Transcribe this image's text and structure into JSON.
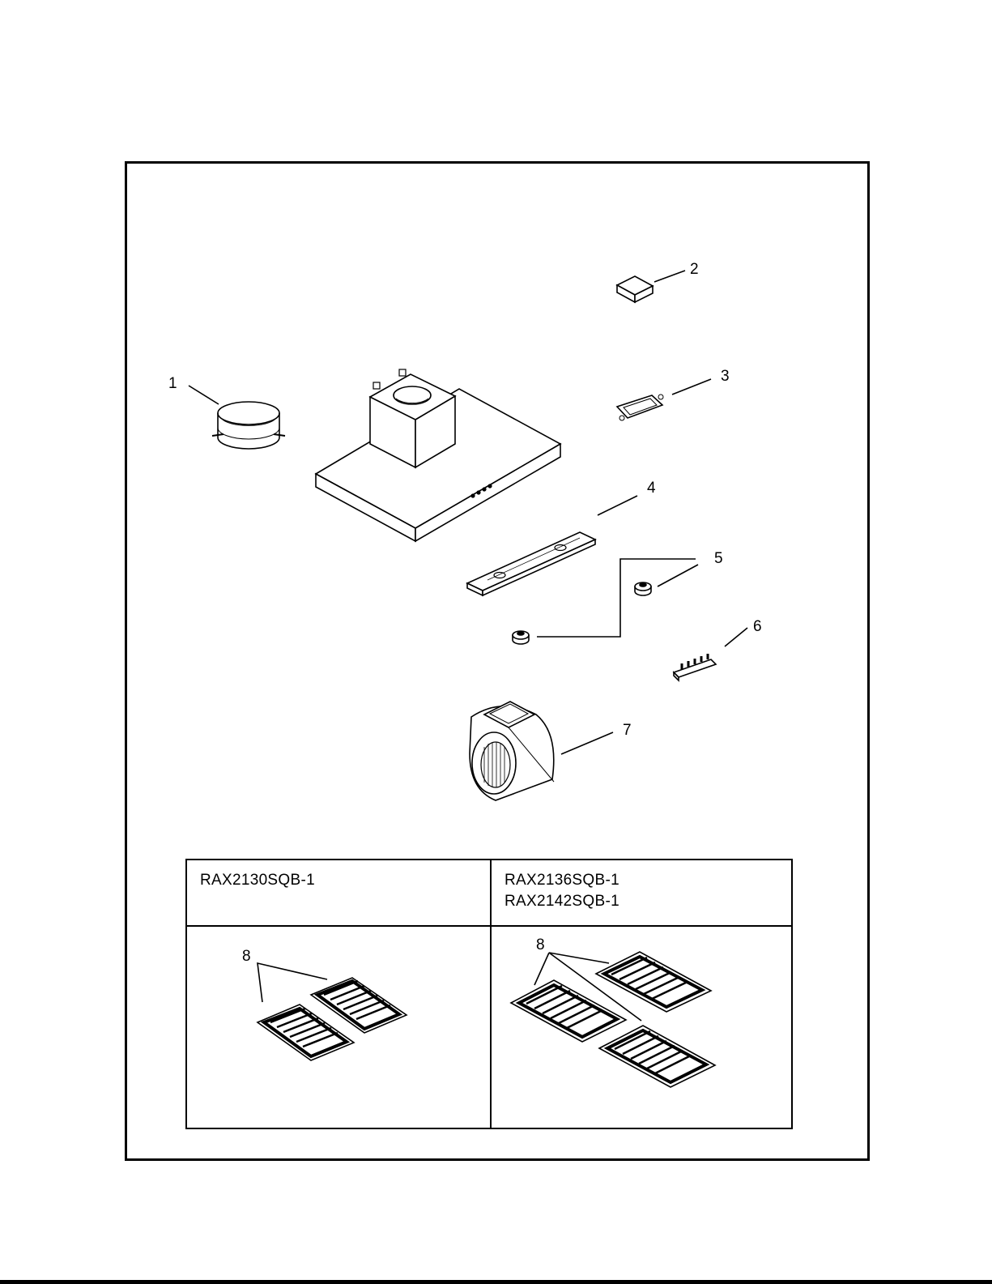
{
  "callouts": {
    "p1": "1",
    "p2": "2",
    "p3": "3",
    "p4": "4",
    "p5": "5",
    "p6": "6",
    "p7": "7",
    "p8a": "8",
    "p8b": "8"
  },
  "table": {
    "left_models": [
      "RAX2130SQB-1"
    ],
    "right_models": [
      "RAX2136SQB-1",
      "RAX2142SQB-1"
    ]
  }
}
